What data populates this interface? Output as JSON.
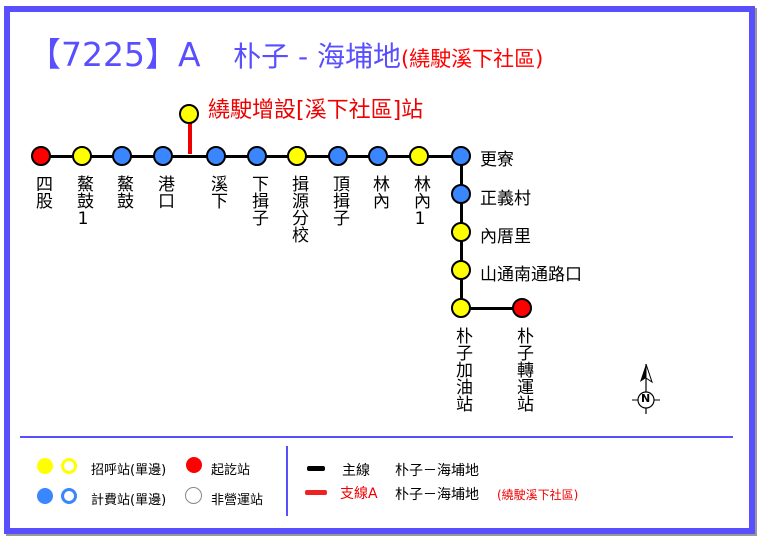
{
  "title": {
    "route_no": "【7225】",
    "variant": "A",
    "route_name": "朴子 - 海埔地",
    "detour": "(繞駛溪下社區)"
  },
  "branch_stop": {
    "label": "繞駛增設[溪下社區]站",
    "type": "yellow"
  },
  "stations": [
    {
      "name": "四股",
      "type": "red"
    },
    {
      "name": "鰲鼓1",
      "type": "yellow"
    },
    {
      "name": "鰲鼓",
      "type": "blue"
    },
    {
      "name": "港口",
      "type": "blue"
    },
    {
      "name": "溪下",
      "type": "blue"
    },
    {
      "name": "下揖子",
      "type": "blue"
    },
    {
      "name": "揖源分校",
      "type": "yellow"
    },
    {
      "name": "頂揖子",
      "type": "blue"
    },
    {
      "name": "林內",
      "type": "blue"
    },
    {
      "name": "林內1",
      "type": "yellow"
    },
    {
      "name": "更寮",
      "type": "blue"
    },
    {
      "name": "正義村",
      "type": "blue"
    },
    {
      "name": "內厝里",
      "type": "yellow"
    },
    {
      "name": "山通南通路口",
      "type": "yellow"
    },
    {
      "name": "朴子加油站",
      "type": "yellow"
    },
    {
      "name": "朴子轉運站",
      "type": "red"
    }
  ],
  "compass": "N",
  "legend": {
    "call_stop": "招呼站(單邊)",
    "fare_stop": "計費站(單邊)",
    "terminal": "起訖站",
    "non_operating": "非營運站",
    "main_line_label": "主線",
    "main_line_route": "朴子－海埔地",
    "branch_line_label": "支線A",
    "branch_line_route": "朴子－海埔地",
    "branch_line_note": "(繞駛溪下社區)"
  },
  "colors": {
    "frame": "#5a4fff",
    "yellow": "#ffff00",
    "blue": "#3a86ff",
    "red": "#ff0000"
  }
}
